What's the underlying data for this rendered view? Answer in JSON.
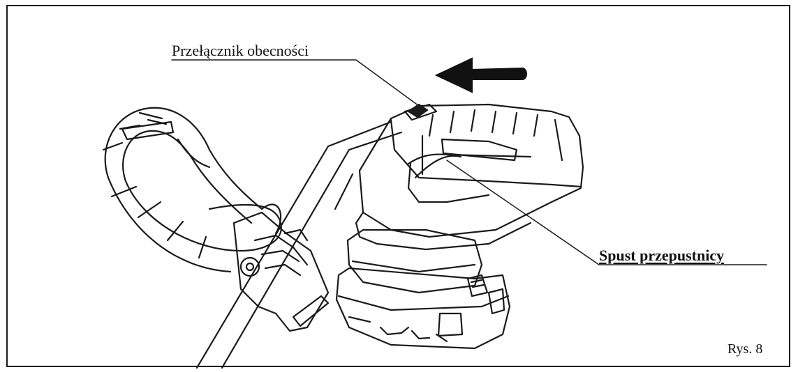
{
  "labels": {
    "presence_switch": "Przełącznik obecności",
    "throttle_trigger": "Spust przepustnicy",
    "figure_number": "Rys. 8"
  },
  "colors": {
    "line": "#1a1a1a",
    "background": "#ffffff"
  },
  "icons": {
    "arrow": "arrow-left-icon"
  }
}
